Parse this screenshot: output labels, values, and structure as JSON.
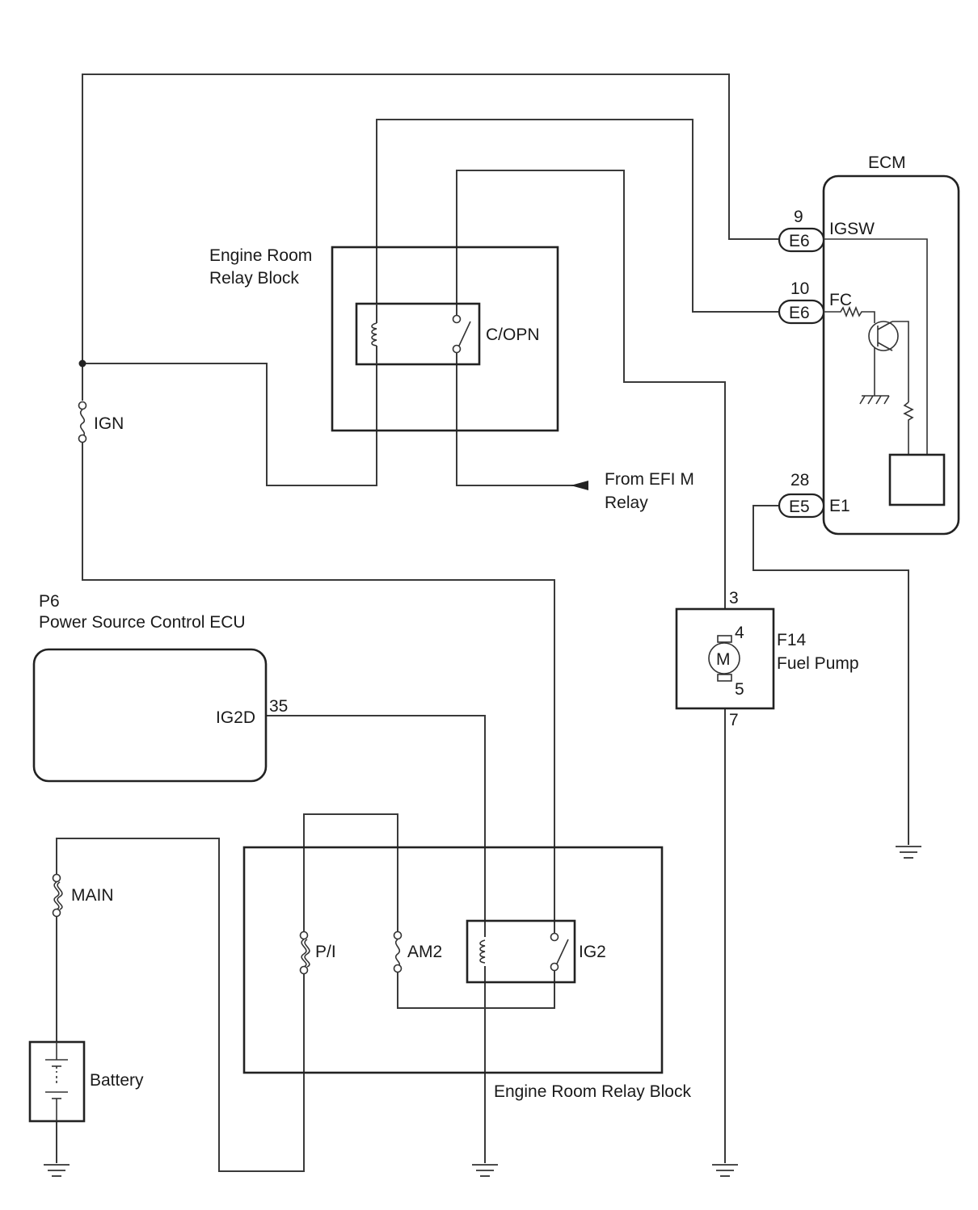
{
  "ecm": {
    "title": "ECM",
    "pins": [
      {
        "pin": "9",
        "connector": "E6",
        "signal": "IGSW"
      },
      {
        "pin": "10",
        "connector": "E6",
        "signal": "FC"
      },
      {
        "pin": "28",
        "connector": "E5",
        "signal": "E1"
      }
    ]
  },
  "upper_relay_block": {
    "label_line1": "Engine Room",
    "label_line2": "Relay Block",
    "relay": "C/OPN"
  },
  "fuses": {
    "ign": "IGN",
    "main": "MAIN",
    "pi": "P/I",
    "am2": "AM2"
  },
  "efi_relay": {
    "line1": "From EFI M",
    "line2": "Relay"
  },
  "power_source_ecu": {
    "code": "P6",
    "name": "Power Source Control ECU",
    "terminal": "IG2D",
    "pin": "35"
  },
  "fuel_pump": {
    "code": "F14",
    "name": "Fuel Pump",
    "motor": "M",
    "pins": [
      "3",
      "4",
      "5",
      "7"
    ]
  },
  "lower_relay_block": {
    "label": "Engine Room Relay Block",
    "relay": "IG2"
  },
  "battery": {
    "label": "Battery"
  }
}
